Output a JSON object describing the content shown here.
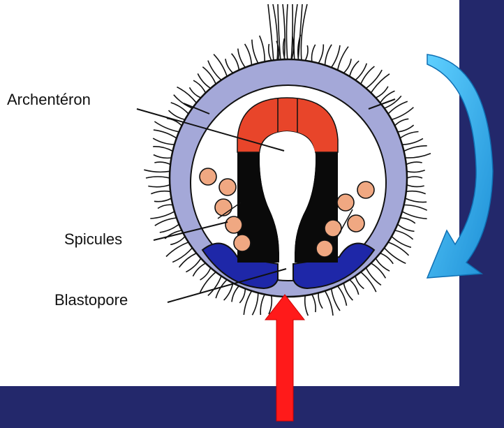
{
  "labels": {
    "archenteron": "Archentéron",
    "spicules": "Spicules",
    "blastopore": "Blastopore"
  },
  "colors": {
    "background": "#23286b",
    "panel": "#ffffff",
    "ectoderm": "#a4a8d8",
    "endoderm_top": "#e8452a",
    "endoderm_wall": "#0a0a0a",
    "blastopore_lip": "#1e27a8",
    "spicule_cells": "#f0a882",
    "rotation_arrow": "#2aa7e4",
    "invagination_arrow": "#ff1a1a"
  },
  "icons": {
    "rotation": "curved-arrow-clockwise-icon",
    "invagination": "up-arrow-icon"
  }
}
